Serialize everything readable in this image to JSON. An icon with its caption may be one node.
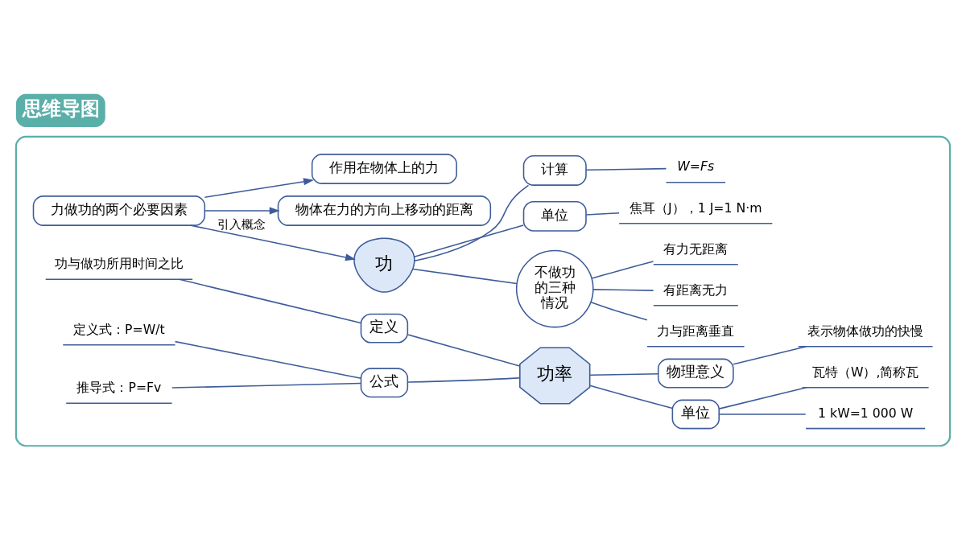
{
  "diagram": {
    "title": "思维导图",
    "nodes": [
      {
        "text": [],
        "shape": "box"
      },
      {
        "text": [
          "力做功的两个必要因素"
        ],
        "in": 0
      },
      {
        "text": [
          "作用在物体上的力"
        ],
        "in": 0
      },
      {
        "text": [
          "物体在力的方向上移动的距离"
        ],
        "in": 0
      },
      {
        "text": [
          "功"
        ],
        "in": 0
      },
      {
        "text": [
          "计算"
        ],
        "in": 0
      },
      {
        "text": [
          "W=Fs"
        ],
        "in": 0
      },
      {
        "text": [
          "单位"
        ],
        "in": 0
      },
      {
        "text": [
          "焦耳（J），1 J=1 N·m"
        ],
        "in": 0
      },
      {
        "text": [
          "不做功的三种情况"
        ],
        "in": 0
      },
      {
        "text": [
          "有力无距离"
        ],
        "in": 0
      },
      {
        "text": [
          "有距离无力"
        ],
        "in": 0
      },
      {
        "text": [
          "力与距离垂直"
        ],
        "in": 0
      },
      {
        "text": [
          "功率"
        ],
        "in": 0
      },
      {
        "text": [
          "定义"
        ],
        "in": 0
      },
      {
        "text": [
          "功与做功所用时间之比"
        ],
        "in": 0
      },
      {
        "text": [
          "物理意义"
        ],
        "in": 0
      },
      {
        "text": [
          "表示物体做功的快慢"
        ],
        "in": 0
      },
      {
        "text": [
          "公式"
        ],
        "in": 0
      },
      {
        "text": [
          "定义式：P=W/t"
        ],
        "in": 0
      },
      {
        "text": [
          "推导式：P=Fv"
        ],
        "in": 0
      },
      {
        "text": [
          "单位"
        ],
        "in": 0
      },
      {
        "text": [
          "瓦特（W）,简称瓦"
        ],
        "in": 0
      },
      {
        "text": [
          "1 kW=1 000 W"
        ],
        "in": 0
      }
    ],
    "edges": [
      {
        "from": 1,
        "to": 2,
        "arrow": "to"
      },
      {
        "from": 1,
        "to": 3,
        "arrow": "to"
      },
      {
        "from": 1,
        "to": 4,
        "arrow": "to",
        "label": "引入概念"
      },
      {
        "from": 4,
        "to": 5,
        "arrow": "none"
      },
      {
        "from": 5,
        "to": 6,
        "arrow": "none"
      },
      {
        "from": 4,
        "to": 7,
        "arrow": "none"
      },
      {
        "from": 7,
        "to": 8,
        "arrow": "none"
      },
      {
        "from": 4,
        "to": 9,
        "arrow": "none"
      },
      {
        "from": 9,
        "to": 10,
        "arrow": "none"
      },
      {
        "from": 9,
        "to": 11,
        "arrow": "none"
      },
      {
        "from": 9,
        "to": 12,
        "arrow": "none"
      },
      {
        "from": 13,
        "to": 14,
        "arrow": "none"
      },
      {
        "from": 14,
        "to": 15,
        "arrow": "none"
      },
      {
        "from": 13,
        "to": 16,
        "arrow": "none"
      },
      {
        "from": 16,
        "to": 17,
        "arrow": "none"
      },
      {
        "from": 13,
        "to": 18,
        "arrow": "none"
      },
      {
        "from": 18,
        "to": 19,
        "arrow": "none"
      },
      {
        "from": 18,
        "to": 20,
        "arrow": "none"
      },
      {
        "from": 13,
        "to": 21,
        "arrow": "none"
      },
      {
        "from": 21,
        "to": 22,
        "arrow": "none"
      },
      {
        "from": 21,
        "to": 23,
        "arrow": "none"
      }
    ]
  }
}
